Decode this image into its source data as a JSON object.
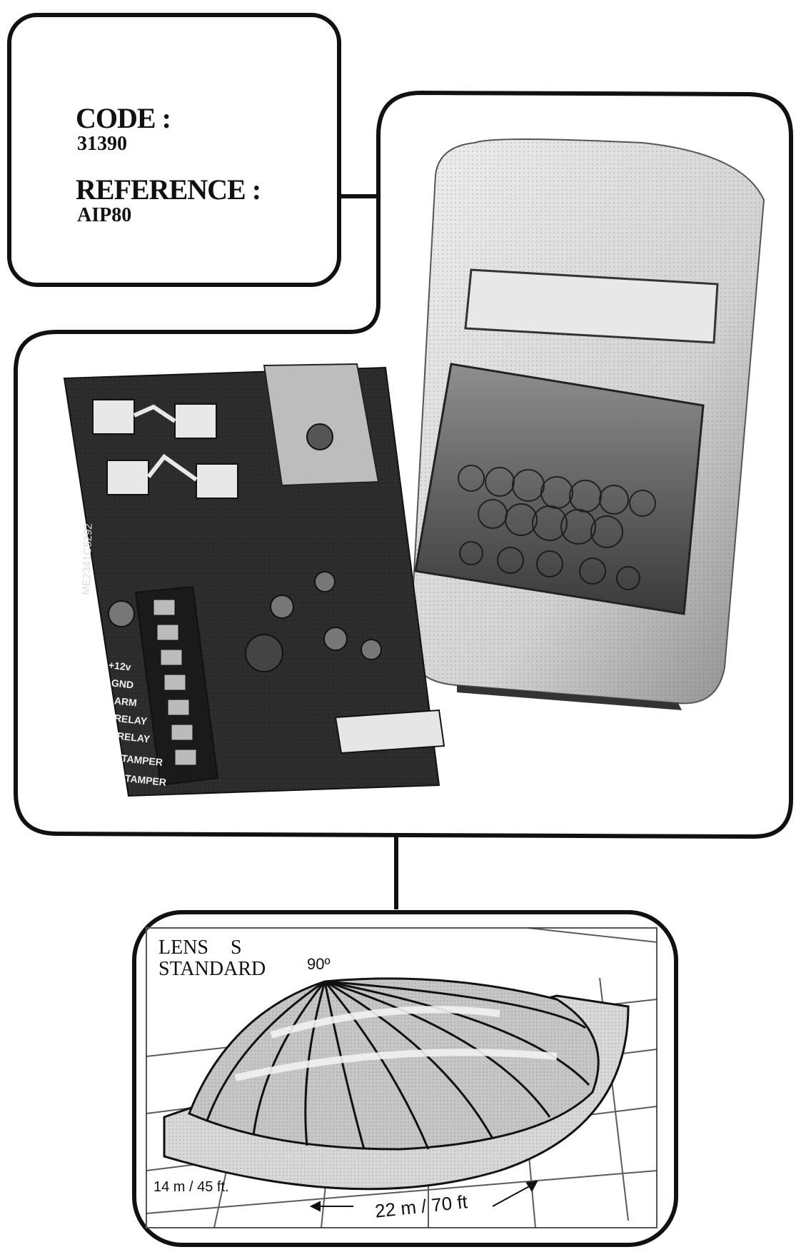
{
  "header": {
    "code_label": "CODE :",
    "code_value": "31390",
    "reference_label": "REFERENCE :",
    "reference_value": "AIP80"
  },
  "board": {
    "marking": "ME2341C5292",
    "terminals": [
      "+12v",
      "GND",
      "ARM",
      "RELAY",
      "RELAY",
      "TAMPER",
      "TAMPER"
    ]
  },
  "lens": {
    "title_line1": "LENS S",
    "title_line2": "STANDARD",
    "angle": "90º",
    "width_dim": "14 m / 45 ft.",
    "range_dim": "22 m / 70 ft"
  }
}
